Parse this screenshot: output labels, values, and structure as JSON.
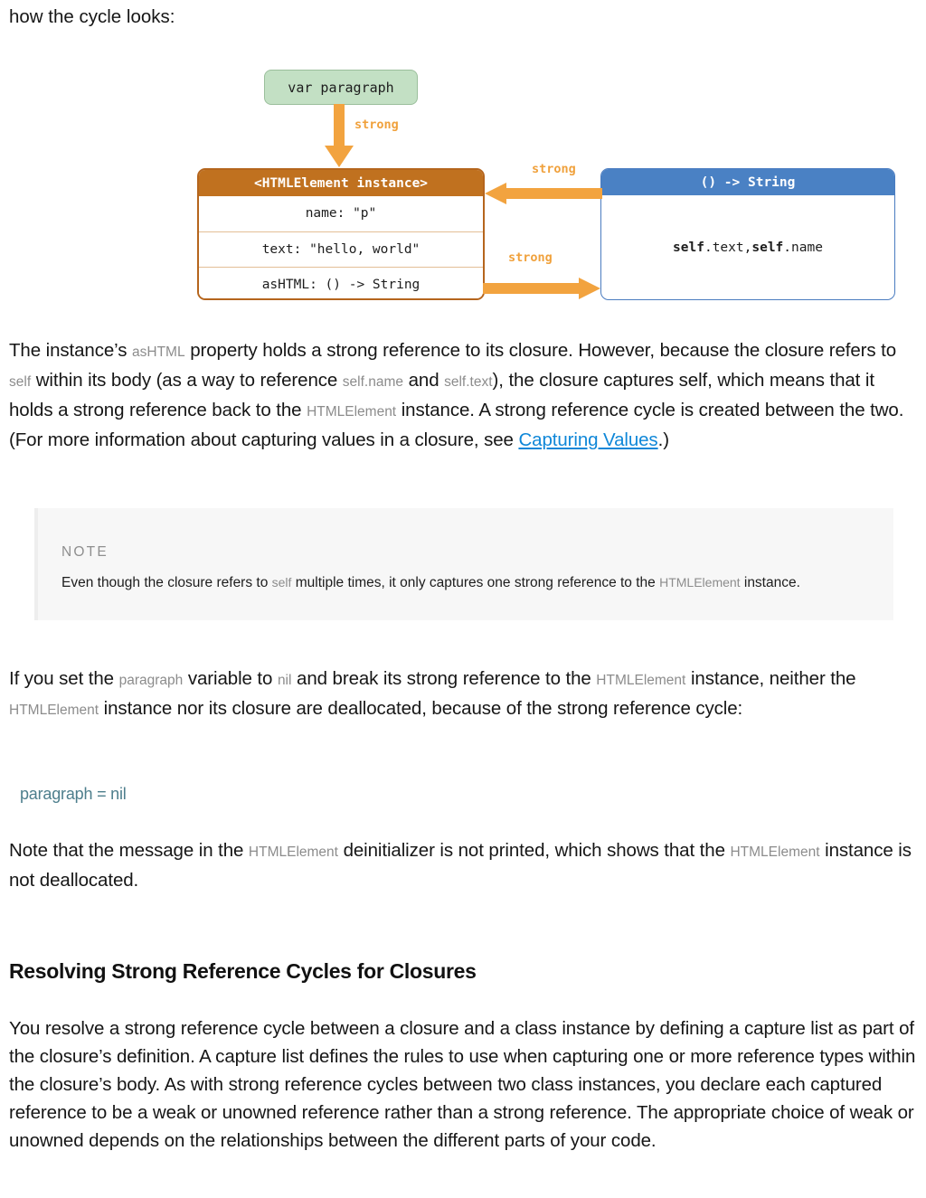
{
  "page": {
    "intro_line": "how the cycle looks:"
  },
  "diagram": {
    "name": "strong-reference-cycle-closure-diagram",
    "var_box": {
      "label": "var paragraph",
      "fill": "#c3e0c4",
      "border": "#9bbf9c"
    },
    "instance_box": {
      "header": "<HTMLElement instance>",
      "header_fill": "#c0711f",
      "border": "#b5651d",
      "rows": [
        "name: \"p\"",
        "text: \"hello, world\"",
        "asHTML: () -> String"
      ]
    },
    "closure_box": {
      "header": "() -> String",
      "header_fill": "#4a81c4",
      "border": "#4a7cc0",
      "body_prefix_bold_1": "self",
      "body_mid_1": ".text, ",
      "body_prefix_bold_2": "self",
      "body_mid_2": ".name"
    },
    "arrows": {
      "color": "#f2a33f",
      "label_color": "#f0a13c",
      "down_label": "strong",
      "left_label": "strong",
      "right_label": "strong"
    }
  },
  "paragraph_1": {
    "p1_t1": "The instance’s ",
    "p1_c1": "asHTML",
    "p1_t2": " property holds a strong reference to its closure. However, because the closure refers to ",
    "p1_c2": "self",
    "p1_t3": " within its body (as a way to reference ",
    "p1_c3": "self.name",
    "p1_t4": " and ",
    "p1_c4": "self.text",
    "p1_t5": "), the closure captures self, which means that it holds a strong reference back to the ",
    "p1_c5": "HTMLElement",
    "p1_t6": " instance. A strong reference cycle is created between the two. (For more information about capturing values in a closure, see ",
    "p1_link": "Capturing Values",
    "p1_t7": ".)"
  },
  "note": {
    "title": "NOTE",
    "n_t1": "Even though the closure refers to ",
    "n_c1": "self",
    "n_t2": " multiple times, it only captures one strong reference to the ",
    "n_c2": "HTMLElement",
    "n_t3": " instance.",
    "background": "#f7f7f7"
  },
  "paragraph_2": {
    "p2_t1": "If you set the ",
    "p2_c1": "paragraph",
    "p2_t2": " variable to ",
    "p2_c2": "nil",
    "p2_t3": " and break its strong reference to the ",
    "p2_c3": "HTMLElement",
    "p2_t4": " instance, neither the ",
    "p2_c4": "HTMLElement",
    "p2_t5": " instance nor its closure are deallocated, because of the strong reference cycle:"
  },
  "code_block": {
    "line": "paragraph = nil",
    "color": "#4d7e8c"
  },
  "paragraph_3": {
    "p3_t1": "Note that the message in the ",
    "p3_c1": "HTMLElement",
    "p3_t2": " deinitializer is not printed, which shows that the ",
    "p3_c2": "HTMLElement",
    "p3_t3": " instance is not deallocated."
  },
  "section": {
    "heading": "Resolving Strong Reference Cycles for Closures"
  },
  "paragraph_4": {
    "text": "You resolve a strong reference cycle between a closure and a class instance by defining a capture list as part of the closure’s definition. A capture list defines the rules to use when capturing one or more reference types within the closure’s body. As with strong reference cycles between two class instances, you declare each captured reference to be a weak or unowned reference rather than a strong reference. The appropriate choice of weak or unowned depends on the relationships between the different parts of your code."
  }
}
